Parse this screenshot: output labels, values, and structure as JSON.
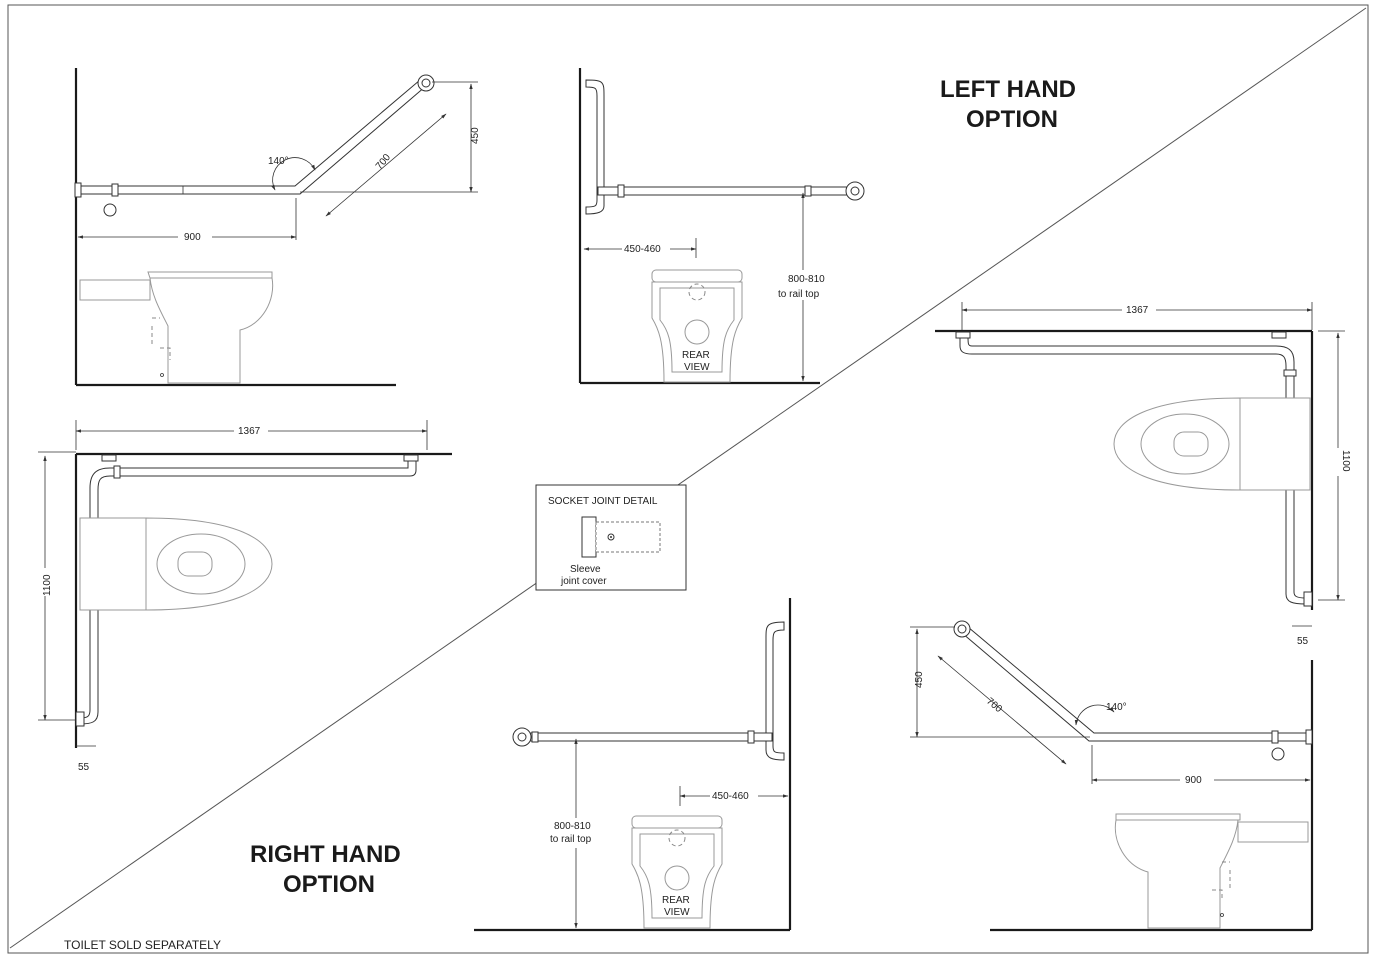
{
  "left_option": {
    "title_line1": "LEFT HAND",
    "title_line2": "OPTION"
  },
  "right_option": {
    "title_line1": "RIGHT HAND",
    "title_line2": "OPTION"
  },
  "footer_note": "TOILET SOLD SEPARATELY",
  "dimensions": {
    "angle": "140°",
    "diag_length": "700",
    "diag_height": "450",
    "horizontal_length": "900",
    "side_offset": "450-460",
    "rail_height_line1": "800-810",
    "rail_height_line2": "to rail top",
    "plan_width": "1367",
    "plan_depth": "1100",
    "wall_offset": "55"
  },
  "rear_view": {
    "line1": "REAR",
    "line2": "VIEW"
  },
  "socket_detail": {
    "title": "SOCKET JOINT DETAIL",
    "caption_line1": "Sleeve",
    "caption_line2": "joint cover"
  },
  "colors": {
    "line": "#1a1a1a",
    "toilet_outline": "#999999",
    "background": "#ffffff"
  }
}
